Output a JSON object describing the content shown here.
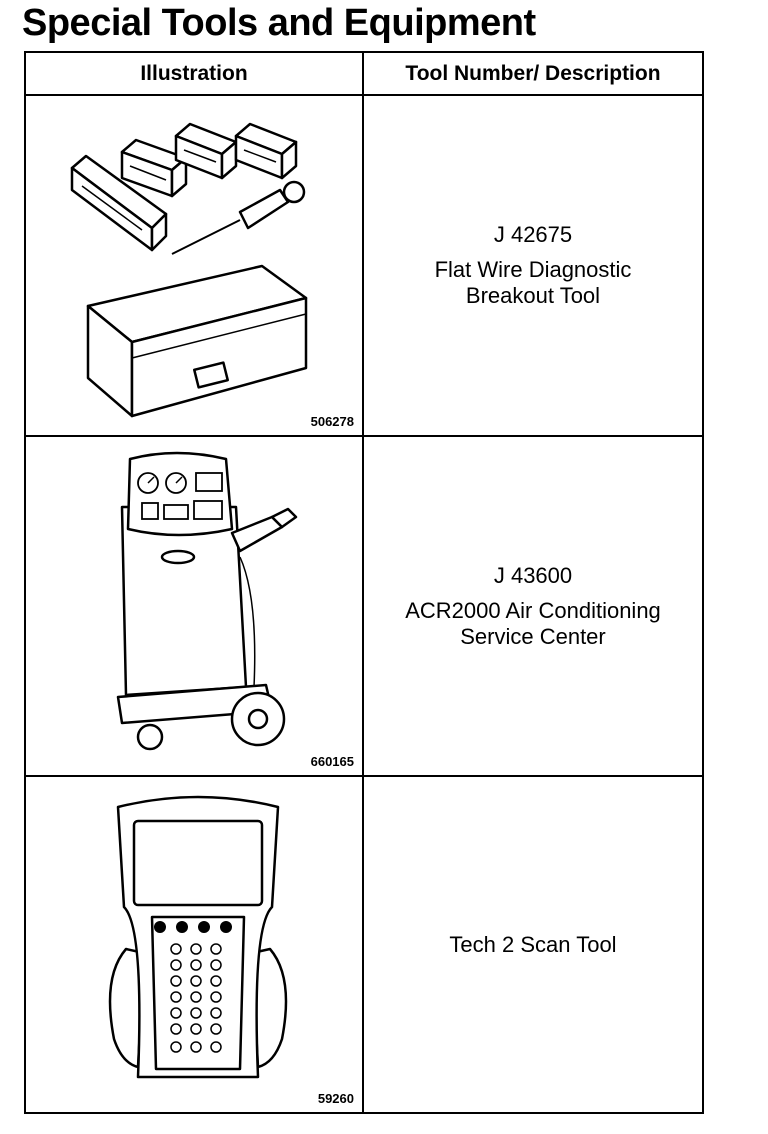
{
  "page": {
    "title": "Special Tools and Equipment"
  },
  "table": {
    "headers": {
      "illustration": "Illustration",
      "description": "Tool Number/ Description"
    },
    "rows": [
      {
        "figure_number": "506278",
        "tool_number": "J 42675",
        "description_lines": [
          "Flat Wire Diagnostic",
          "Breakout Tool"
        ],
        "illustration_icon": "breakout-tool-kit-icon"
      },
      {
        "figure_number": "660165",
        "tool_number": "J 43600",
        "description_lines": [
          "ACR2000 Air Conditioning",
          "Service Center"
        ],
        "illustration_icon": "ac-service-center-icon"
      },
      {
        "figure_number": "59260",
        "tool_number": "",
        "description_lines": [
          "Tech 2 Scan Tool"
        ],
        "illustration_icon": "scan-tool-icon"
      }
    ]
  }
}
